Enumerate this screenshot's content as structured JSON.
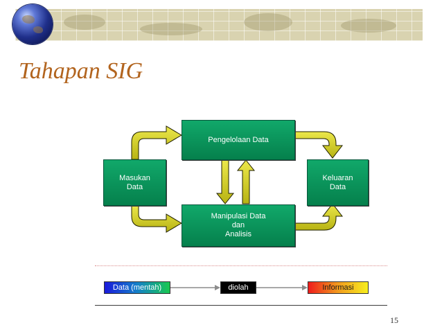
{
  "slide": {
    "title": "Tahapan SIG",
    "page_number": "15"
  },
  "diagram": {
    "nodes": {
      "pengelolaan": "Pengelolaan Data",
      "masukan": "Masukan\nData",
      "keluaran": "Keluaran\nData",
      "manipulasi": "Manipulasi Data\ndan\nAnalisis"
    },
    "flow_colors": {
      "box_fill": "#0c9a5f",
      "arrow_fill": "#d7d32c",
      "arrow_outline": "#1d1d00"
    }
  },
  "legend": {
    "items": [
      {
        "label": "Data (mentah)",
        "style": "blue-green gradient"
      },
      {
        "label": "diolah",
        "style": "black"
      },
      {
        "label": "Informasi",
        "style": "red-yellow gradient"
      }
    ]
  }
}
